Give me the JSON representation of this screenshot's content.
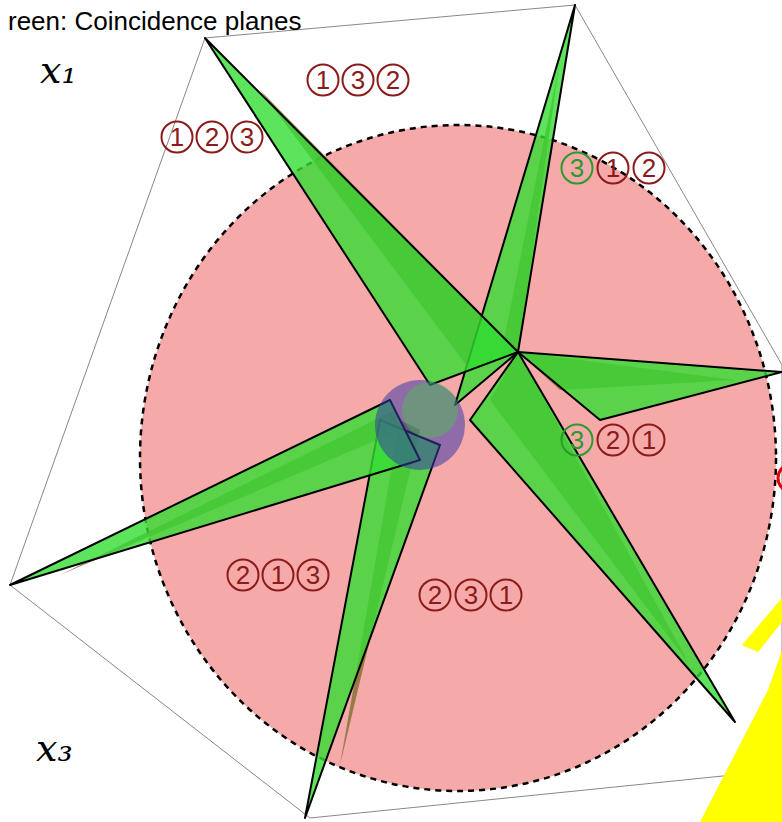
{
  "diagram": {
    "nodes": [
      {
        "text": [
          "1"
        ]
      },
      {
        "text": [
          "3"
        ]
      },
      {
        "text": [
          "2"
        ]
      },
      {
        "text": [
          "1"
        ]
      },
      {
        "text": [
          "2"
        ]
      },
      {
        "text": [
          "3"
        ]
      },
      {
        "text": [
          "3"
        ]
      },
      {
        "text": [
          "1"
        ]
      },
      {
        "text": [
          "2"
        ]
      },
      {
        "text": [
          "3"
        ]
      },
      {
        "text": [
          "2"
        ]
      },
      {
        "text": [
          "1"
        ]
      },
      {
        "text": [
          "2"
        ]
      },
      {
        "text": [
          "1"
        ]
      },
      {
        "text": [
          "3"
        ]
      },
      {
        "text": [
          "2"
        ]
      },
      {
        "text": [
          "3"
        ]
      },
      {
        "text": [
          "1"
        ]
      }
    ],
    "labels": [
      "reen: Coincidence planes",
      "x₁",
      "x₃"
    ]
  }
}
